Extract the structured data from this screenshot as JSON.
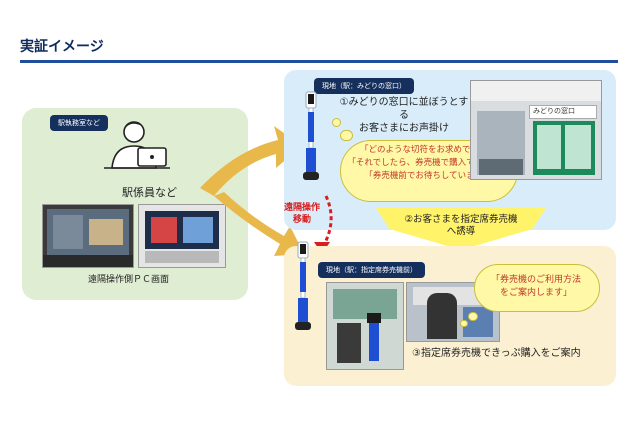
{
  "title": "実証イメージ",
  "left_panel": {
    "tag": "駅執務室など",
    "person_label": "駅係員など",
    "pc_caption": "遠隔操作側ＰＣ画面"
  },
  "remote_move_label": [
    "遠隔操作",
    "移動"
  ],
  "top_panel": {
    "tag": "現地（駅：みどりの窓口）",
    "step1": [
      "①みどりの窓口に並ぼうとする",
      "お客さまにお声掛け"
    ],
    "bubble": [
      "「どのような切符をお求めですか」",
      "「それでしたら、券売機で購入できます」",
      "「券売機前でお待ちしています」"
    ],
    "sign_text": "みどりの窓口"
  },
  "step2": [
    "②お客さまを指定席券売機",
    "へ誘導"
  ],
  "bottom_panel": {
    "tag": "現地（駅：指定席券売機前）",
    "bubble": [
      "「券売機のご利用方法",
      "をご案内します」"
    ],
    "step3": "③指定席券売機できっぷ購入をご案内"
  },
  "colors": {
    "accent": "#1f4f9c",
    "arrow": "#e8b84a",
    "remote": "#d81e1e",
    "bubble_text": "#c0392b"
  }
}
